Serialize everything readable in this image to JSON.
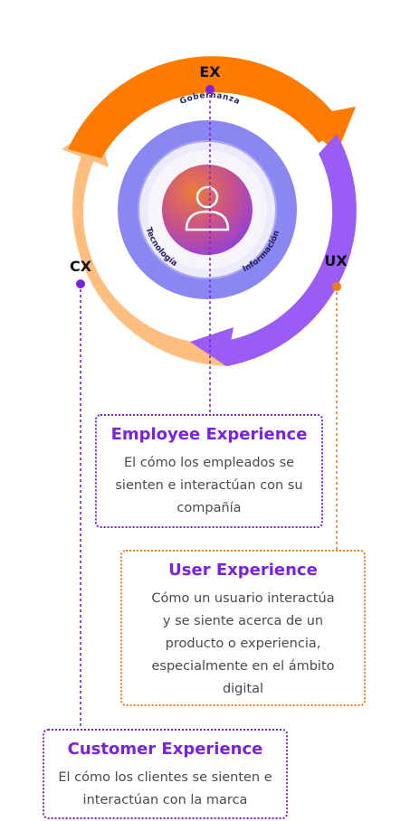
{
  "diagram": {
    "labels": {
      "ex": "EX",
      "ux": "UX",
      "cx": "CX"
    },
    "inner_ring": {
      "top": "Gobernanza",
      "left": "Tecnología",
      "right": "Información"
    },
    "center_icon": "user-icon",
    "colors": {
      "orange": "#ff7a00",
      "light_orange": "#ffbd80",
      "purple": "#9b5cf6",
      "accent_purple": "#7a22e0",
      "accent_orange": "#f07b1c",
      "inner_ring": "#8a86f2"
    }
  },
  "cards": {
    "ex": {
      "title": "Employee Experience",
      "lines": [
        "El cómo los empleados se",
        "sienten e interactúan con su",
        "compañía"
      ]
    },
    "ux": {
      "title": "User Experience",
      "lines": [
        "Cómo un usuario interactúa",
        "y se siente acerca de un",
        "producto o experiencia,",
        "especialmente en el ámbito",
        "digital"
      ]
    },
    "cx": {
      "title": "Customer Experience",
      "lines": [
        "El cómo los clientes se sienten e",
        "interactúan con la marca"
      ]
    }
  }
}
